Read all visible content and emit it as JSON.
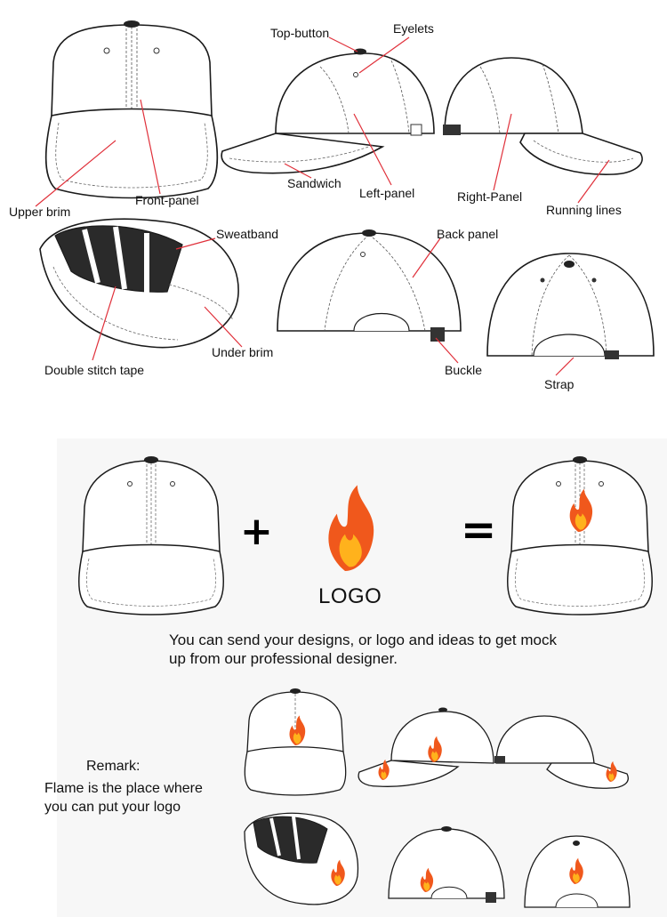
{
  "labels": {
    "top_button": "Top-button",
    "eyelets": "Eyelets",
    "upper_brim": "Upper brim",
    "front_panel": "Front-panel",
    "sandwich": "Sandwich",
    "left_panel": "Left-panel",
    "right_panel": "Right-Panel",
    "running_lines": "Running lines",
    "sweatband": "Sweatband",
    "back_panel": "Back panel",
    "under_brim": "Under brim",
    "double_stitch_tape": "Double stitch tape",
    "buckle": "Buckle",
    "strap": "Strap"
  },
  "mockup": {
    "plus_symbol": "+",
    "equals_symbol": "=",
    "logo_text": "LOGO",
    "description_line1": "You can send your designs, or logo and ideas to get mock",
    "description_line2": "up from our professional designer."
  },
  "remark": {
    "title": "Remark:",
    "line1": "Flame is the place where",
    "line2": "you can put your logo"
  },
  "colors": {
    "leader_line": "#e0303a",
    "outline": "#1a1a1a",
    "flame_outer": "#f0581c",
    "flame_inner": "#ffb21c",
    "inside_dark": "#2a2a2a"
  }
}
